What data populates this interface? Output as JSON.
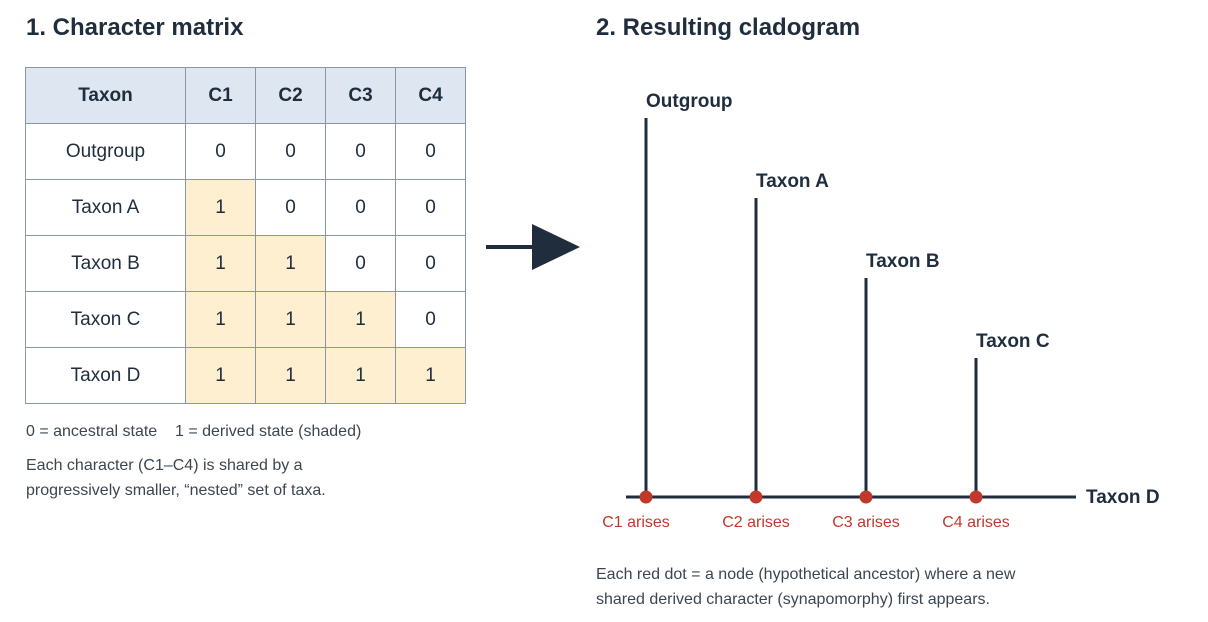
{
  "left_panel": {
    "heading": "1. Character matrix",
    "table": {
      "headers": [
        "Taxon",
        "C1",
        "C2",
        "C3",
        "C4"
      ],
      "rows": [
        {
          "taxon": "Outgroup",
          "values": [
            "0",
            "0",
            "0",
            "0"
          ]
        },
        {
          "taxon": "Taxon A",
          "values": [
            "1",
            "0",
            "0",
            "0"
          ]
        },
        {
          "taxon": "Taxon B",
          "values": [
            "1",
            "1",
            "0",
            "0"
          ]
        },
        {
          "taxon": "Taxon C",
          "values": [
            "1",
            "1",
            "1",
            "0"
          ]
        },
        {
          "taxon": "Taxon D",
          "values": [
            "1",
            "1",
            "1",
            "1"
          ]
        }
      ]
    },
    "legend": "0 = ancestral state    1 = derived state (shaded)",
    "explanation": "Each character (C1–C4) is shared by a progressively smaller, “nested” set of taxa."
  },
  "right_panel": {
    "heading": "2. Resulting cladogram",
    "cladogram": {
      "branches": [
        "Outgroup",
        "Taxon A",
        "Taxon B",
        "Taxon C"
      ],
      "trunk_end_label": "Taxon D",
      "nodes": [
        "C1 arises",
        "C2 arises",
        "C3 arises",
        "C4 arises"
      ]
    },
    "caption": "Each red dot = a node (hypothetical ancestor) where a new shared derived character (synapomorphy) first appears."
  },
  "colors": {
    "line": "#1f2d3d",
    "node": "#c0392b",
    "header_fill": "#dde6f1",
    "derived_fill": "#fdefcf"
  }
}
